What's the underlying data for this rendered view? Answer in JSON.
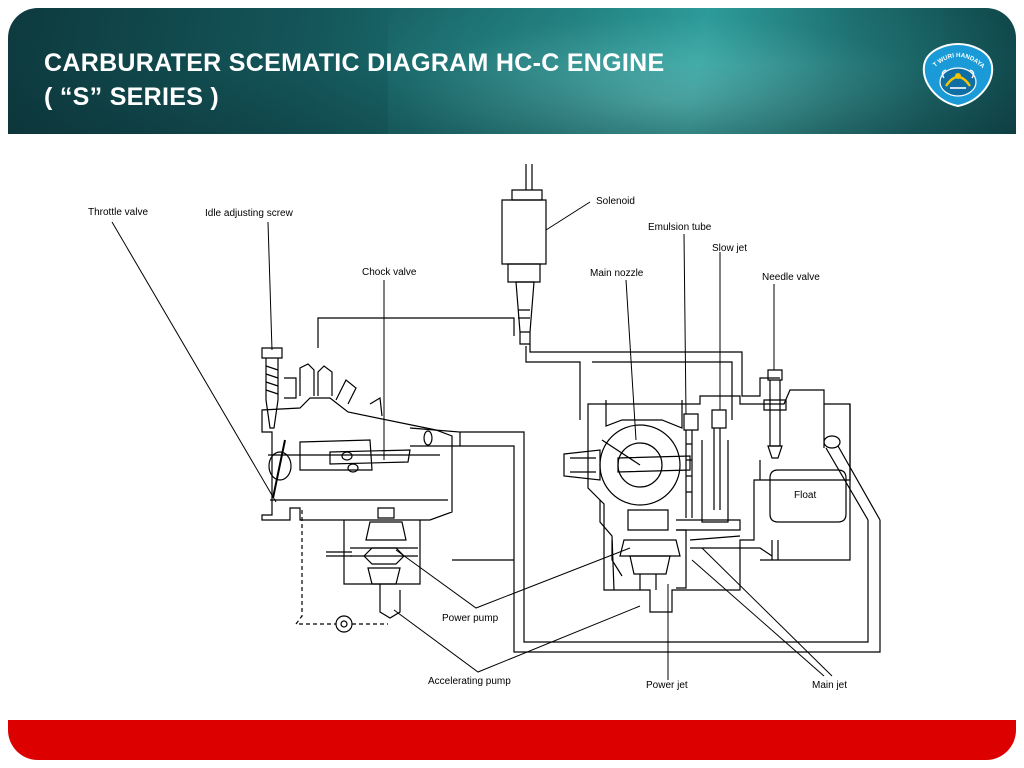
{
  "slide": {
    "title_line1": "CARBURATER SCEMATIC DIAGRAM HC-C ENGINE",
    "title_line2": "( “S” SERIES )",
    "logo_text": "TUT WURI HANDAYANI",
    "colors": {
      "header_dark": "#0d3a3e",
      "header_light": "#2a9b98",
      "footer": "#dd0000",
      "logo": "#1a9ad6"
    }
  },
  "diagram": {
    "labels": {
      "throttle_valve": "Throttle valve",
      "idle_adjusting_screw": "Idle adjusting screw",
      "chock_valve": "Chock valve",
      "solenoid": "Solenoid",
      "emulsion_tube": "Emulsion tube",
      "slow_jet": "Slow jet",
      "main_nozzle": "Main nozzle",
      "needle_valve": "Needle valve",
      "float": "Float",
      "power_pump": "Power pump",
      "accelerating_pump": "Accelerating pump",
      "power_jet": "Power jet",
      "main_jet": "Main jet"
    }
  }
}
